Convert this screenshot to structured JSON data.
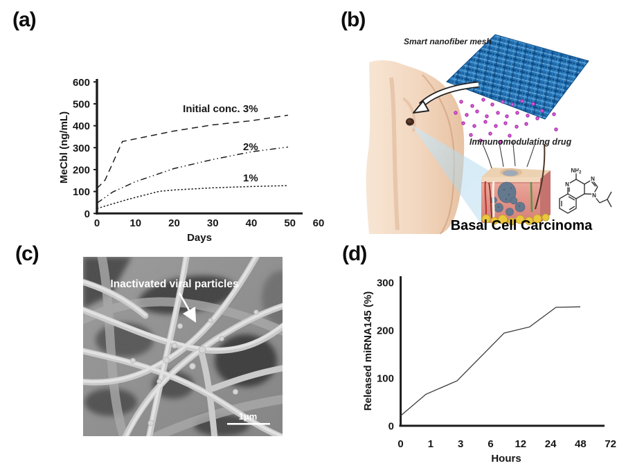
{
  "panels": {
    "a": {
      "label": "(a)"
    },
    "b": {
      "label": "(b)",
      "mesh_caption": "Smart nanofiber mesh",
      "drug_caption": "Immunomodulating drug",
      "caption": "Basal Cell Carcinoma",
      "molecule": {
        "amine_main": "NH",
        "amine_sub": "2",
        "n_labels": [
          "N",
          "N",
          "N"
        ]
      }
    },
    "c": {
      "label": "(c)",
      "annotation": "Inactivated viral particles",
      "scale_bar_label": "1μm"
    },
    "d": {
      "label": "(d)"
    }
  },
  "colors": {
    "mesh_blue": "#2272b4",
    "drug_dot_magenta": "#c73bc7",
    "beam_blue": "#aed7ee",
    "skin_tone": "#f2d6be",
    "chart_line": "#1c1c1c",
    "sem_annotation": "#ffffff"
  },
  "chart_data": [
    {
      "panel": "a",
      "type": "line",
      "title": "",
      "xlabel": "Days",
      "ylabel": "MeCbl (ng/mL)",
      "xlim": [
        0,
        60
      ],
      "ylim": [
        0,
        600
      ],
      "xticks": [
        0,
        10,
        20,
        30,
        40,
        50,
        60
      ],
      "yticks": [
        0,
        100,
        200,
        300,
        400,
        500,
        600
      ],
      "grid": false,
      "legend": "inline-labels",
      "series": [
        {
          "name": "Initial conc. 3%",
          "dash": "long-dash",
          "points": [
            [
              0,
              114
            ],
            [
              2.1,
              152
            ],
            [
              6.6,
              328
            ],
            [
              20,
              376
            ],
            [
              30,
              404
            ],
            [
              40,
              423
            ],
            [
              49.5,
              448
            ]
          ],
          "label_at": [
            32,
            478
          ]
        },
        {
          "name": "2%",
          "dash": "dash-dot-dot",
          "points": [
            [
              0,
              47
            ],
            [
              4.1,
              98
            ],
            [
              10,
              145
            ],
            [
              20,
              205
            ],
            [
              30,
              246
            ],
            [
              40,
              281
            ],
            [
              49.5,
              303
            ]
          ],
          "label_at": [
            39.8,
            304
          ]
        },
        {
          "name": "1%",
          "dash": "short-dash",
          "points": [
            [
              0,
              22
            ],
            [
              1.8,
              32
            ],
            [
              8.4,
              66
            ],
            [
              16.2,
              101
            ],
            [
              20,
              107
            ],
            [
              30,
              117
            ],
            [
              40,
              123
            ],
            [
              49.5,
              127
            ]
          ],
          "label_at": [
            39.8,
            162
          ]
        }
      ]
    },
    {
      "panel": "d",
      "type": "line",
      "title": "",
      "xlabel": "Hours",
      "ylabel": "Released miRNA145 (%)",
      "x_scale": "categorical",
      "x_units": "category-index",
      "categories": [
        "0",
        "1",
        "3",
        "6",
        "12",
        "24",
        "48",
        "72"
      ],
      "ylim": [
        0,
        300
      ],
      "yticks": [
        0,
        100,
        200,
        300
      ],
      "grid": false,
      "series": [
        {
          "name": "Released miRNA145",
          "points": [
            [
              0,
              21
            ],
            [
              0.84,
              66
            ],
            [
              1.88,
              94
            ],
            [
              3.45,
              194
            ],
            [
              4.3,
              207
            ],
            [
              5.18,
              248
            ],
            [
              5.99,
              249
            ]
          ]
        }
      ]
    }
  ]
}
